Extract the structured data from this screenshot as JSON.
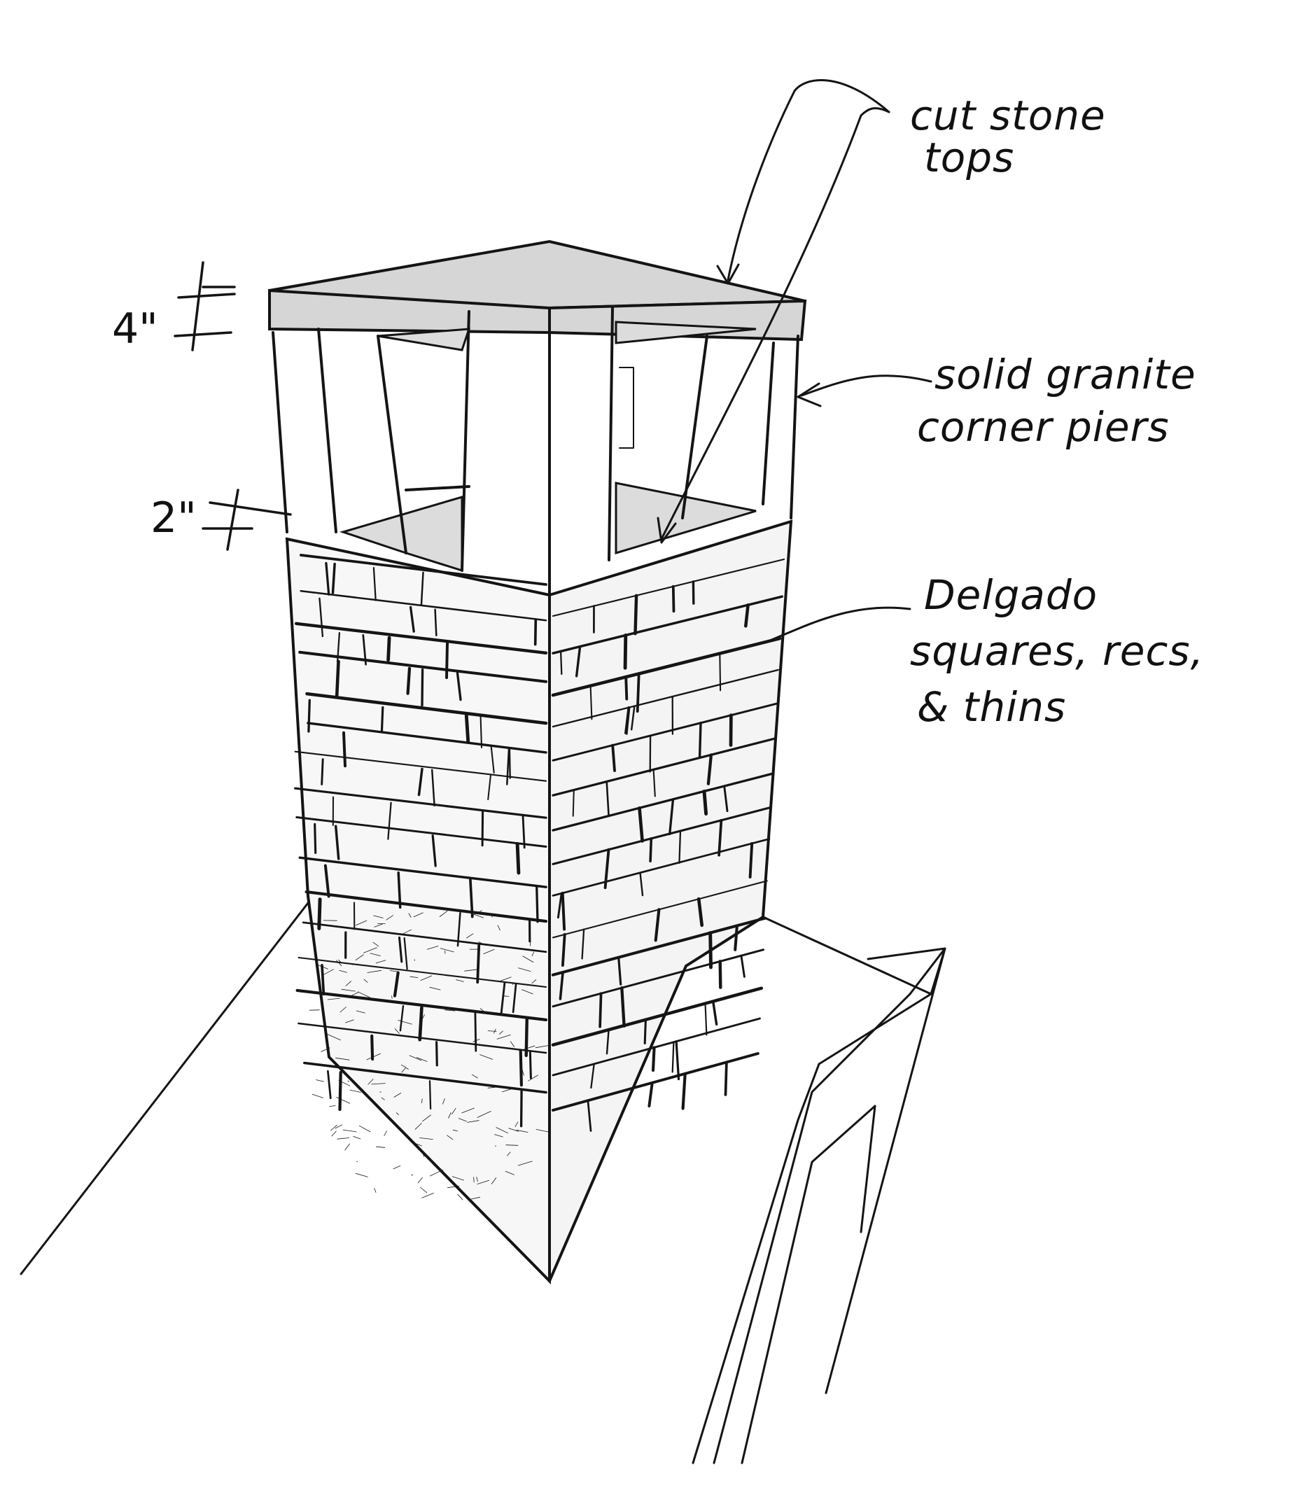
{
  "annotations": {
    "cut_stone_line1": "cut stone",
    "cut_stone_line2": "tops",
    "piers_line1": "solid granite",
    "piers_line2": "corner piers",
    "veneer_line1": "Delgado",
    "veneer_line2": "squares, recs,",
    "veneer_line3": "& thins"
  },
  "dimensions": {
    "cap_thickness": "4\"",
    "base_course": "2\""
  },
  "colors": {
    "ink": "#141414",
    "cap_fill": "#d6d6d6",
    "paper": "#ffffff"
  }
}
